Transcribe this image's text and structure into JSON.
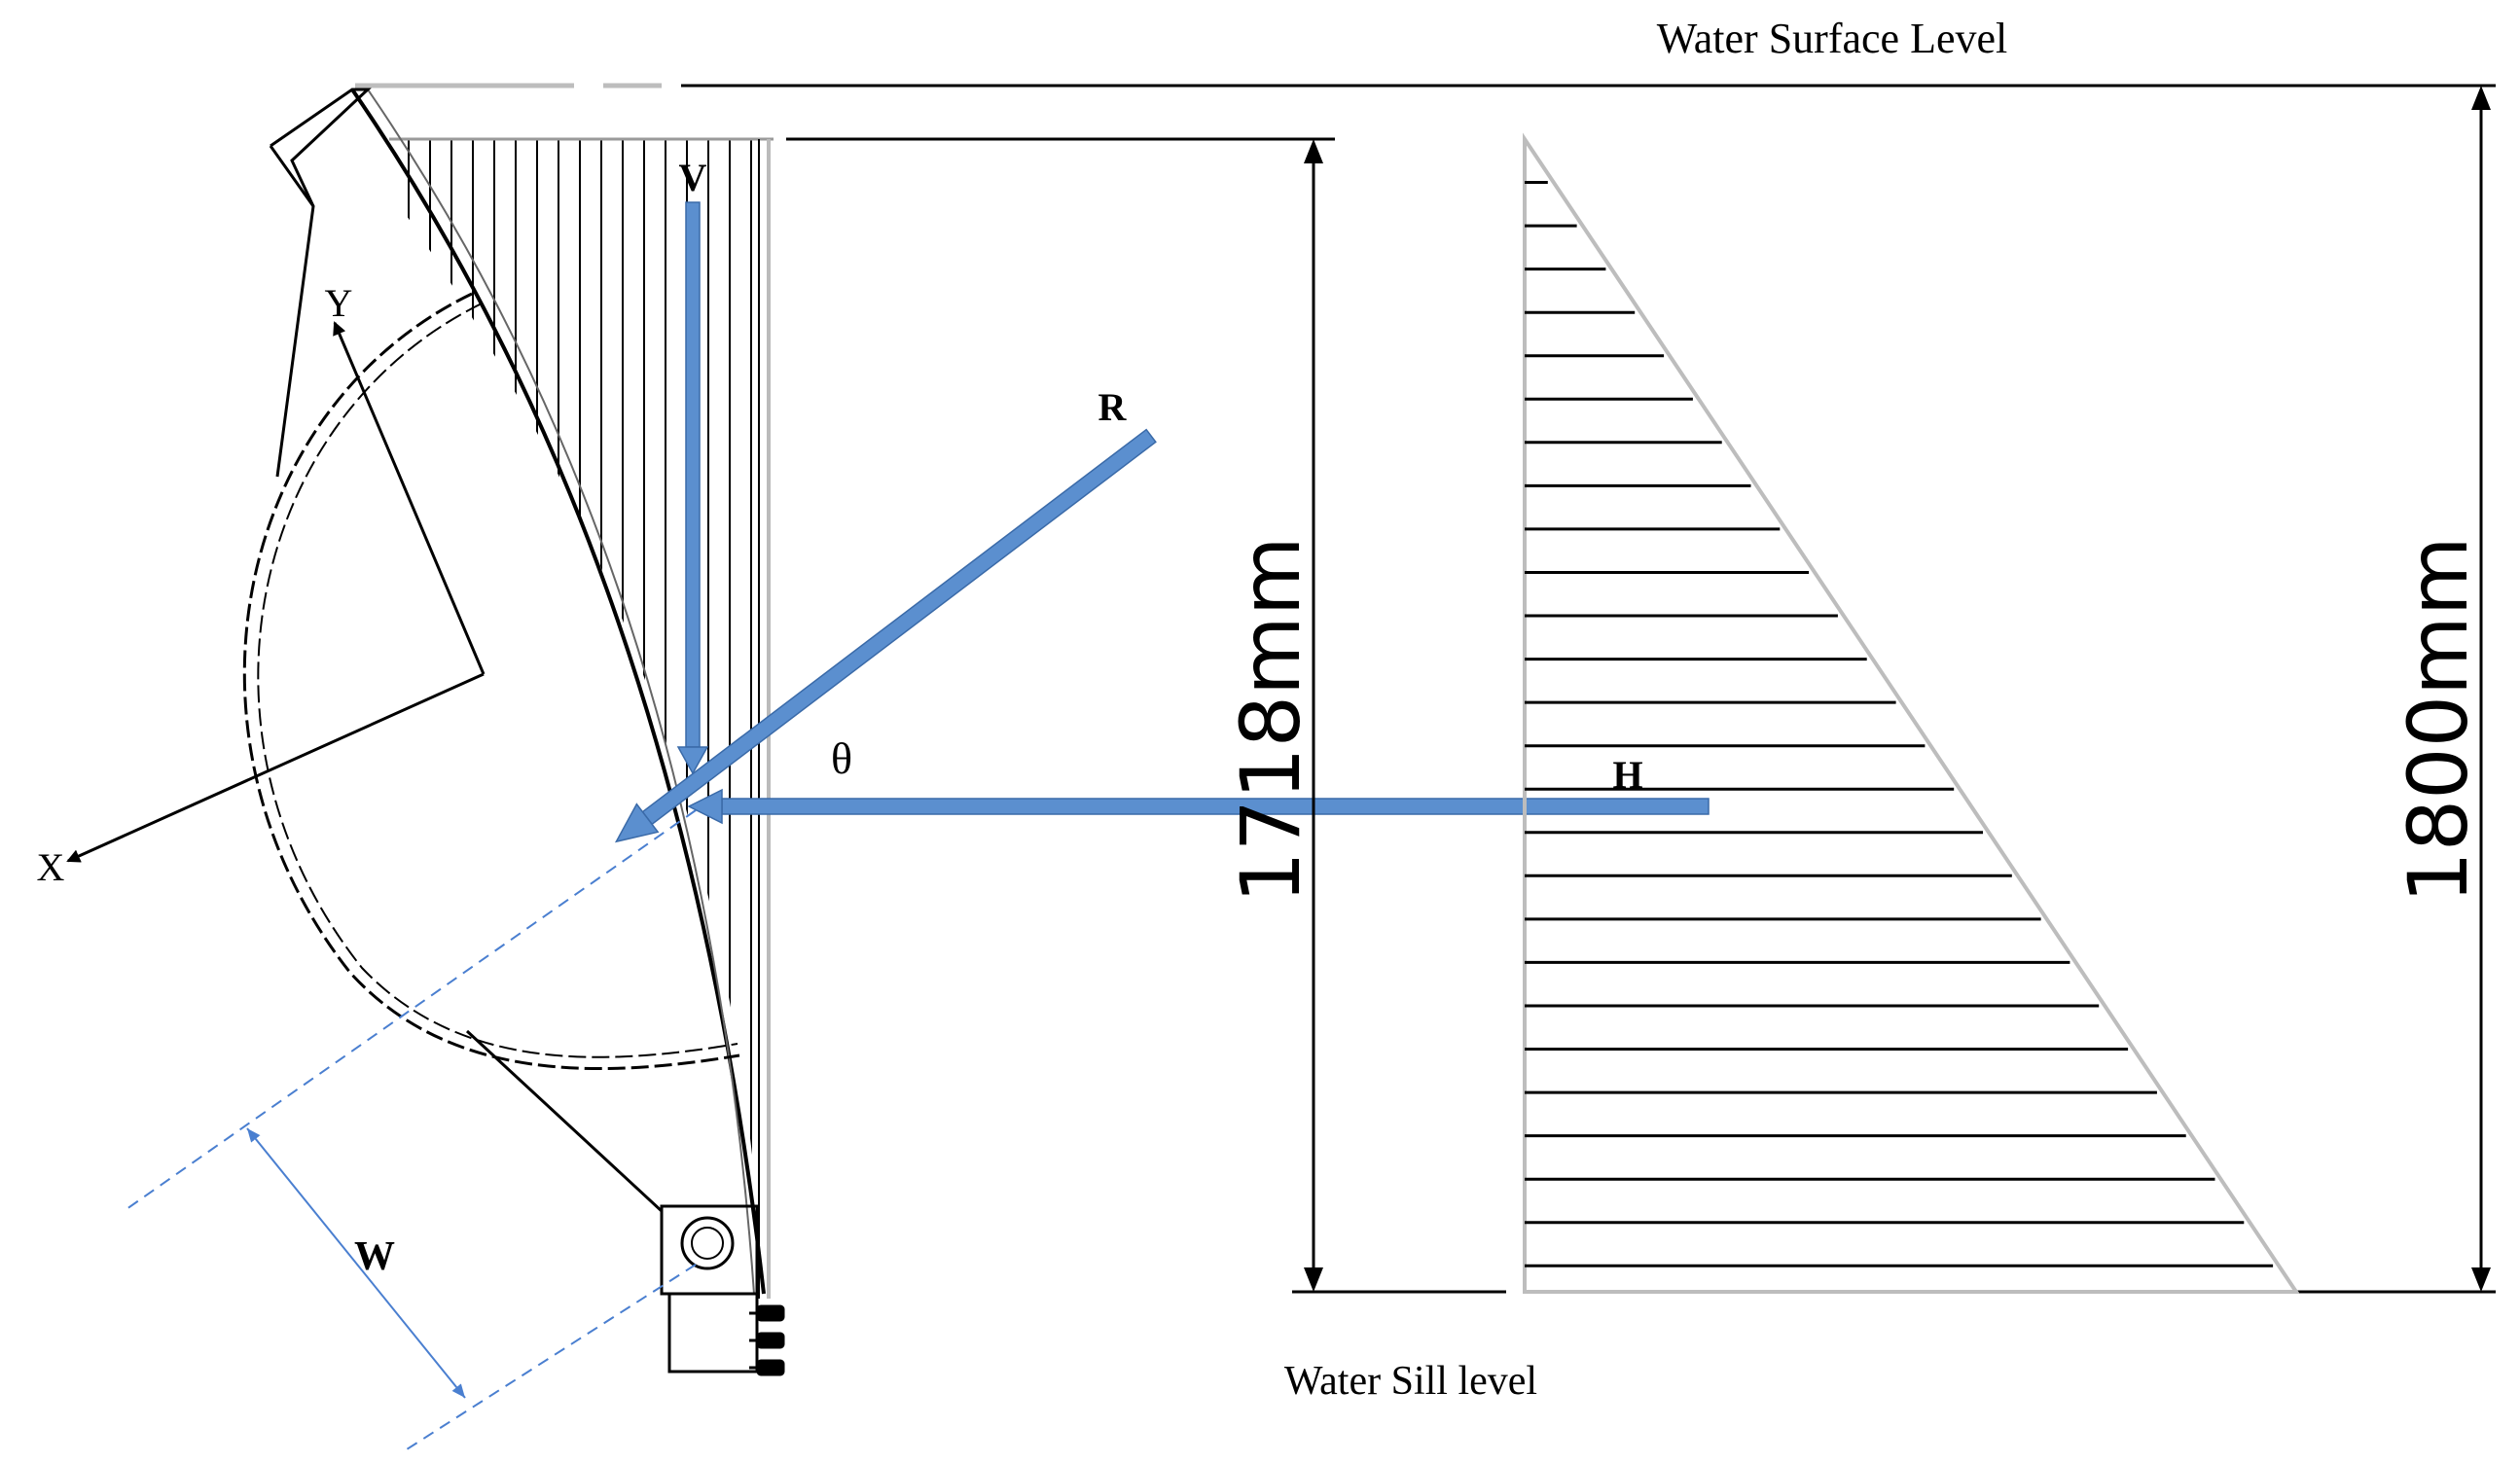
{
  "labels": {
    "water_surface": "Water Surface Level",
    "water_sill": "Water Sill level",
    "v": "V",
    "r": "R",
    "h": "H",
    "theta": "θ",
    "w": "W",
    "x_axis": "X",
    "y_axis": "Y",
    "dim_gate": "1718mm",
    "dim_total": "1800mm"
  },
  "colors": {
    "force_arrow": "#5b8fcf",
    "force_arrow_edge": "#3a6aa8",
    "dashed_line": "#4a7fd0",
    "line": "#000000",
    "light_line": "#9a9a9a"
  },
  "hatch_line_count": 26
}
